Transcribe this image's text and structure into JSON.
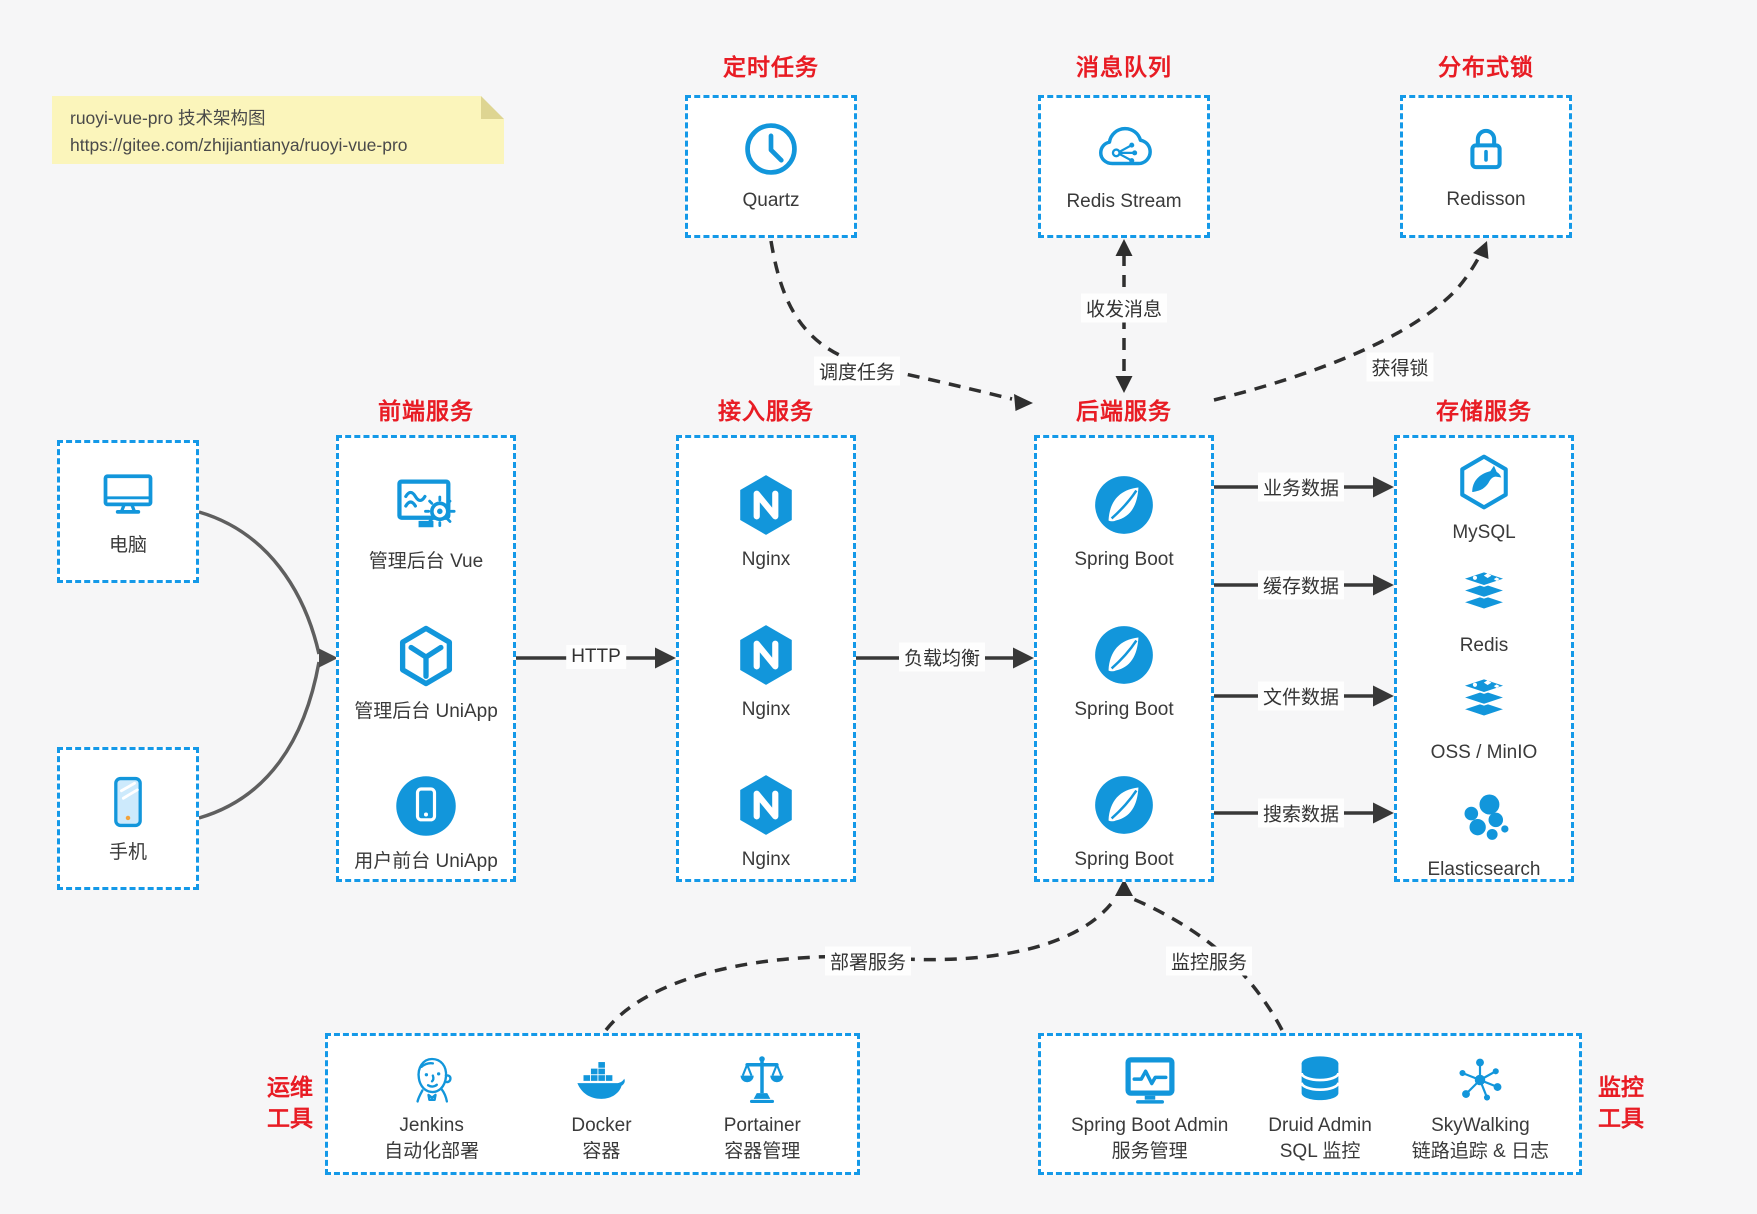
{
  "note": {
    "line1": "ruoyi-vue-pro 技术架构图",
    "line2": "https://gitee.com/zhijiantianya/ruoyi-vue-pro"
  },
  "colors": {
    "accent_blue": "#1296db",
    "border_blue": "#1499e8",
    "title_red": "#e81c24",
    "arrow_dark": "#383838",
    "arrow_gray": "#5f5f5f",
    "note_bg": "#fbf5bb",
    "box_bg": "#ffffff",
    "canvas_bg": "#f6f6f7"
  },
  "top_groups": [
    {
      "title": "定时任务",
      "item": {
        "icon": "clock-icon",
        "label": "Quartz"
      }
    },
    {
      "title": "消息队列",
      "item": {
        "icon": "cloud-queue-icon",
        "label": "Redis Stream"
      }
    },
    {
      "title": "分布式锁",
      "item": {
        "icon": "lock-icon",
        "label": "Redisson"
      }
    }
  ],
  "clients": [
    {
      "icon": "desktop-icon",
      "label": "电脑"
    },
    {
      "icon": "phone-icon",
      "label": "手机"
    }
  ],
  "columns": [
    {
      "title": "前端服务",
      "items": [
        {
          "icon": "admin-vue-icon",
          "label": "管理后台 Vue"
        },
        {
          "icon": "uniapp-cube-icon",
          "label": "管理后台 UniApp"
        },
        {
          "icon": "user-app-icon",
          "label": "用户前台 UniApp"
        }
      ]
    },
    {
      "title": "接入服务",
      "items": [
        {
          "icon": "nginx-icon",
          "label": "Nginx"
        },
        {
          "icon": "nginx-icon",
          "label": "Nginx"
        },
        {
          "icon": "nginx-icon",
          "label": "Nginx"
        }
      ]
    },
    {
      "title": "后端服务",
      "items": [
        {
          "icon": "spring-boot-icon",
          "label": "Spring Boot"
        },
        {
          "icon": "spring-boot-icon",
          "label": "Spring Boot"
        },
        {
          "icon": "spring-boot-icon",
          "label": "Spring Boot"
        }
      ]
    },
    {
      "title": "存储服务",
      "items": [
        {
          "icon": "mysql-icon",
          "label": "MySQL"
        },
        {
          "icon": "redis-stack-icon",
          "label": "Redis"
        },
        {
          "icon": "storage-stack-icon",
          "label": "OSS / MinIO"
        },
        {
          "icon": "elasticsearch-icon",
          "label": "Elasticsearch"
        }
      ]
    }
  ],
  "bottom_groups": [
    {
      "side_label": "运维\n工具",
      "items": [
        {
          "icon": "jenkins-icon",
          "label": "Jenkins\n自动化部署"
        },
        {
          "icon": "docker-icon",
          "label": "Docker\n容器"
        },
        {
          "icon": "portainer-icon",
          "label": "Portainer\n容器管理"
        }
      ]
    },
    {
      "side_label": "监控\n工具",
      "items": [
        {
          "icon": "spring-boot-admin-icon",
          "label": "Spring Boot Admin\n服务管理"
        },
        {
          "icon": "druid-icon",
          "label": "Druid Admin\nSQL 监控"
        },
        {
          "icon": "skywalking-icon",
          "label": "SkyWalking\n链路追踪 & 日志"
        }
      ]
    }
  ],
  "connections": {
    "http": "HTTP",
    "load_balance": "负载均衡",
    "business_data": "业务数据",
    "cache_data": "缓存数据",
    "file_data": "文件数据",
    "search_data": "搜索数据",
    "schedule_task": "调度任务",
    "send_receive_msg": "收发消息",
    "acquire_lock": "获得锁",
    "deploy_service": "部署服务",
    "monitor_service": "监控服务"
  }
}
